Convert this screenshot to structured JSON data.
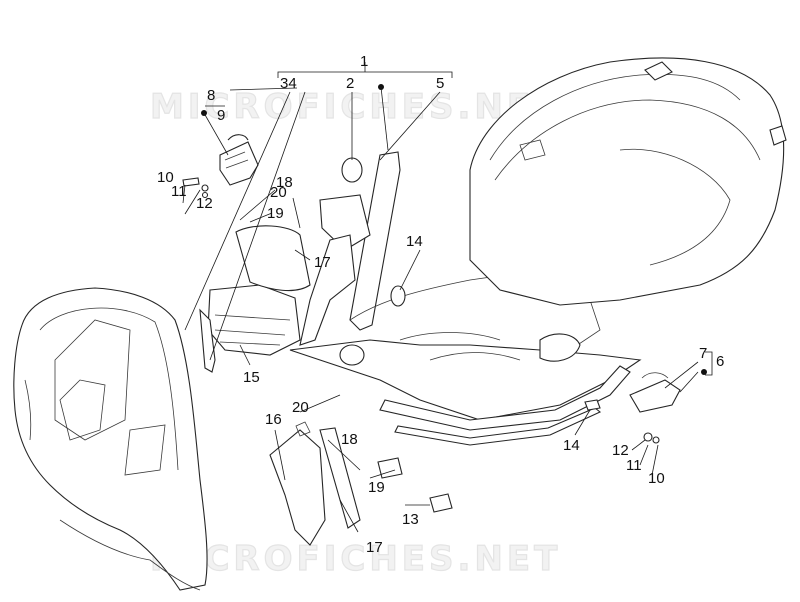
{
  "watermark": "MICROFICHES.NET",
  "labels": {
    "l1": "1",
    "l2": "2",
    "l34": "34",
    "l5": "5",
    "l6": "6",
    "l7": "7",
    "l8": "8",
    "l9": "9",
    "l10a": "10",
    "l11a": "11",
    "l12a": "12",
    "l10b": "10",
    "l11b": "11",
    "l12b": "12",
    "l13": "13",
    "l14a": "14",
    "l14b": "14",
    "l15": "15",
    "l16": "16",
    "l17a": "17",
    "l17b": "17",
    "l18a": "18",
    "l18b": "18",
    "l19a": "19",
    "l19b": "19",
    "l20a": "20",
    "l20b": "20"
  }
}
